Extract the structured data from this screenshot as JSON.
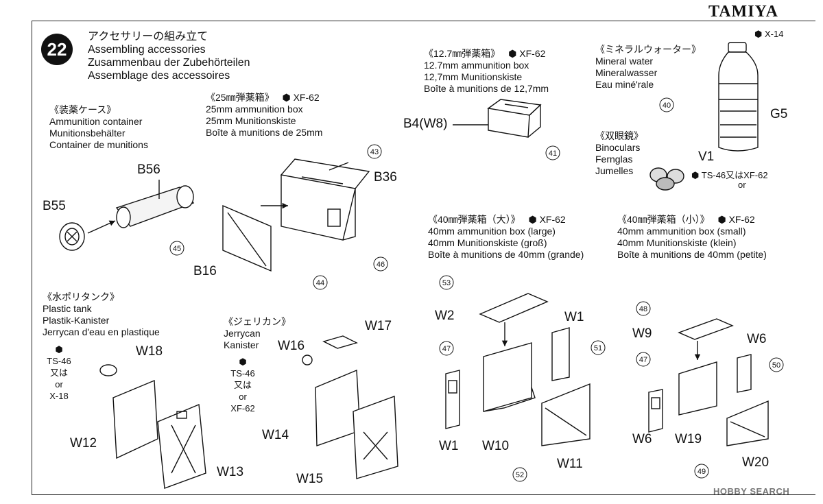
{
  "brand": "TAMIYA",
  "step": {
    "number": "22",
    "jp": "アクセサリーの組み立て",
    "en": "Assembling accessories",
    "de": "Zusammenbau der Zubehörteilen",
    "fr": "Assemblage des accessoires"
  },
  "ammo_container": {
    "jp": "《装薬ケース》",
    "en": "Ammunition container",
    "de": "Munitionsbehälter",
    "fr": "Container de munitions",
    "parts": [
      "B56",
      "B55"
    ]
  },
  "ammo_25": {
    "jp": "《25㎜弾薬箱》",
    "paint": "XF-62",
    "en": "25mm ammunition box",
    "de": "25mm Munitionskiste",
    "fr": "Boîte à munitions de 25mm",
    "parts": [
      "B36",
      "B16"
    ],
    "steps": [
      "43",
      "45",
      "44",
      "46"
    ]
  },
  "ammo_127": {
    "jp": "《12.7㎜弾薬箱》",
    "paint": "XF-62",
    "en": "12.7mm ammunition box",
    "de": "12,7mm Munitionskiste",
    "fr": "Boîte à munitions de 12,7mm",
    "part": "B4(W8)",
    "step": "41"
  },
  "mineral_water": {
    "jp": "《ミネラルウォーター》",
    "paint": "X-14",
    "en": "Mineral water",
    "de": "Mineralwasser",
    "fr": "Eau miné'rale",
    "part": "G5",
    "step": "40"
  },
  "binoculars": {
    "jp": "《双眼鏡》",
    "en": "Binoculars",
    "de": "Fernglas",
    "fr": "Jumelles",
    "part": "V1",
    "paint_a": "TS-46又は",
    "paint_b": "XF-62",
    "or": "or"
  },
  "ammo_40_large": {
    "jp": "《40㎜弾薬箱（大）》",
    "paint": "XF-62",
    "en": "40mm ammunition box (large)",
    "de": "40mm Munitionskiste (groß)",
    "fr": "Boîte à munitions de 40mm (grande)",
    "parts": [
      "W2",
      "W1",
      "W1",
      "W10",
      "W11"
    ],
    "steps": [
      "53",
      "47",
      "51",
      "52"
    ]
  },
  "ammo_40_small": {
    "jp": "《40㎜弾薬箱（小）》",
    "paint": "XF-62",
    "en": "40mm ammunition box (small)",
    "de": "40mm Munitionskiste (klein)",
    "fr": "Boîte à munitions de 40mm (petite)",
    "parts": [
      "W9",
      "W6",
      "W6",
      "W19",
      "W20"
    ],
    "steps": [
      "48",
      "47",
      "50",
      "49"
    ]
  },
  "plastic_tank": {
    "jp": "《水ポリタンク》",
    "en": "Plastic tank",
    "de": "Plastik-Kanister",
    "fr": "Jerrycan d'eau en plastique",
    "paint": [
      "TS-46",
      "又は",
      "or",
      "X-18"
    ],
    "parts": [
      "W18",
      "W12",
      "W13"
    ]
  },
  "jerrycan": {
    "jp": "《ジェリカン》",
    "en": "Jerrycan",
    "de": "Kanister",
    "paint": [
      "TS-46",
      "又は",
      "or",
      "XF-62"
    ],
    "parts": [
      "W17",
      "W16",
      "W14",
      "W15"
    ]
  },
  "watermark": "HOBBY SEARCH",
  "colors": {
    "ink": "#111111",
    "paper": "#ffffff",
    "watermark": "#777777"
  }
}
